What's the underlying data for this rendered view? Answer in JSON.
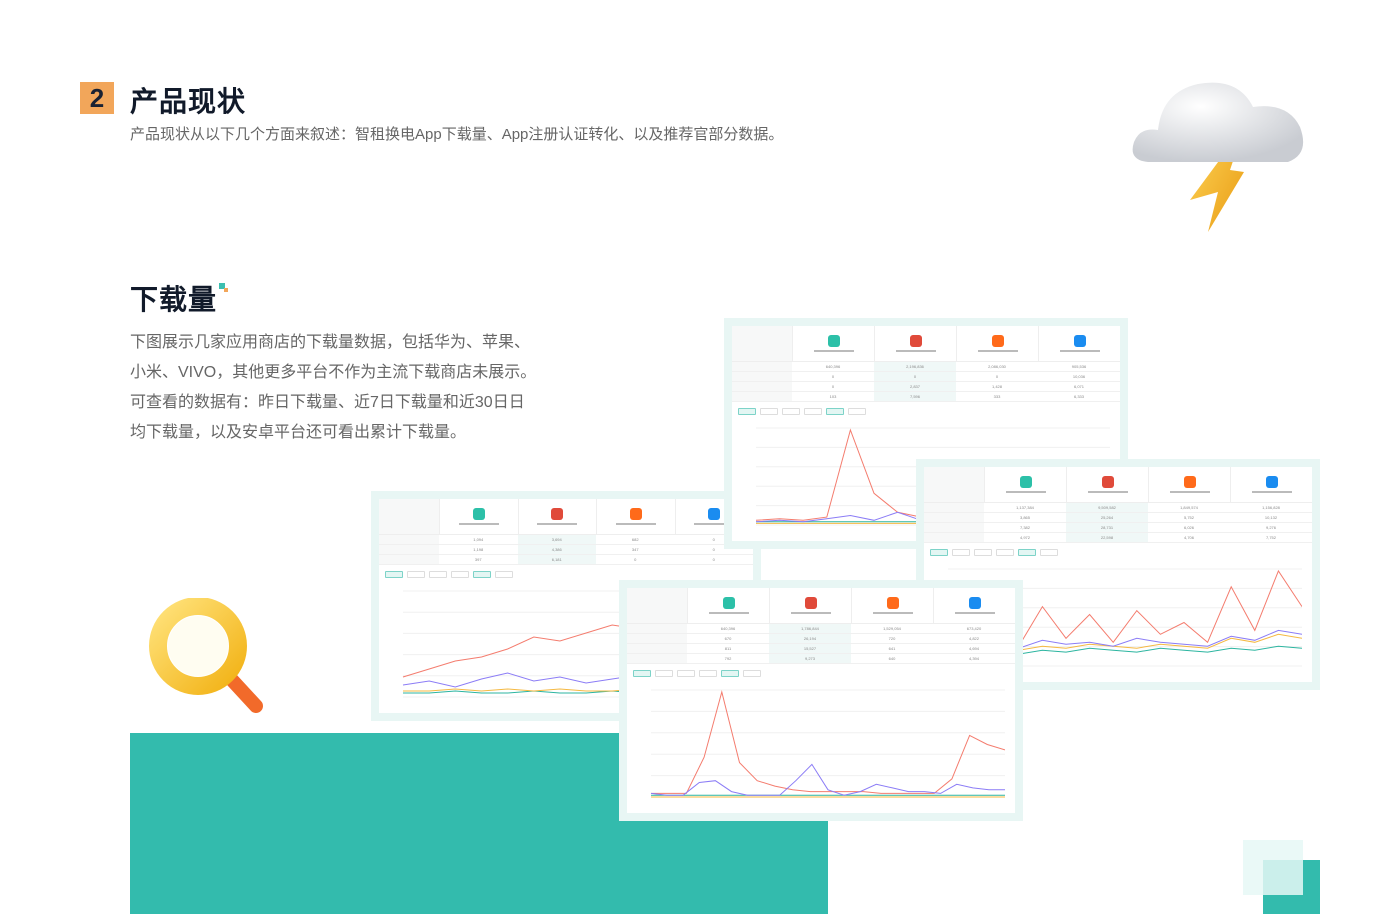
{
  "section": {
    "number": "2",
    "title": "产品现状",
    "subtitle": "产品现状从以下几个方面来叙述：智租换电App下载量、App注册认证转化、以及推荐官部分数据。"
  },
  "download": {
    "title": "下载量",
    "lines": [
      "下图展示几家应用商店的下载量数据，包括华为、苹果、",
      "小米、VIVO，其他更多平台不作为主流下载商店未展示。",
      "可查看的数据有：昨日下载量、近7日下载量和近30日日",
      "均下载量，以及安卓平台还可看出累计下载量。"
    ]
  },
  "colors": {
    "accent": "#33bbad",
    "orange": "#f2a65a",
    "series": [
      "#2cb5a0",
      "#f47c6e",
      "#f5b942",
      "#8b7cf6"
    ],
    "logos": [
      "#2cc0a8",
      "#e04a3a",
      "#ff6a1a",
      "#1a8cf0"
    ]
  },
  "decor": {
    "cloud": "cloud-lightning-icon",
    "magnifier": "magnifier-icon"
  },
  "screenshots": [
    {
      "id": "a",
      "rows": [
        [
          "1,094",
          "3,694",
          "682",
          "0"
        ],
        [
          "1,198",
          "4,386",
          "347",
          "0"
        ],
        [
          "397",
          "6,181",
          "0",
          "0"
        ]
      ],
      "series": [
        [
          2,
          2,
          3,
          2,
          2,
          3,
          2,
          2,
          3,
          2,
          3,
          2,
          2,
          3
        ],
        [
          10,
          14,
          18,
          20,
          24,
          30,
          28,
          32,
          36,
          34,
          40,
          44,
          48,
          52
        ],
        [
          3,
          3,
          4,
          3,
          4,
          3,
          4,
          3,
          3,
          4,
          3,
          3,
          4,
          3
        ],
        [
          6,
          8,
          5,
          9,
          12,
          8,
          10,
          7,
          9,
          11,
          8,
          10,
          9,
          12
        ]
      ]
    },
    {
      "id": "b",
      "rows": [
        [
          "640,396",
          "2,196,836",
          "2,086,030",
          "905,536"
        ],
        [
          "0",
          "0",
          "0",
          "10,036"
        ],
        [
          "0",
          "2,837",
          "1,428",
          "6,071"
        ],
        [
          "103",
          "7,596",
          "333",
          "6,333"
        ]
      ],
      "series": [
        [
          2,
          2,
          2,
          2,
          2,
          2,
          2,
          2,
          2,
          2,
          2,
          2,
          2,
          2,
          2,
          2
        ],
        [
          3,
          4,
          3,
          5,
          60,
          20,
          8,
          5,
          4,
          4,
          3,
          3,
          4,
          3,
          8,
          6
        ],
        [
          1,
          1,
          1,
          1,
          1,
          1,
          1,
          1,
          1,
          1,
          1,
          1,
          1,
          1,
          1,
          1
        ],
        [
          2,
          3,
          2,
          4,
          6,
          3,
          8,
          3,
          2,
          4,
          3,
          2,
          5,
          3,
          4,
          3
        ]
      ]
    },
    {
      "id": "c",
      "rows": [
        [
          "1,137,384",
          "9,509,582",
          "1,849,574",
          "1,156,828"
        ],
        [
          "3,865",
          "25,264",
          "5,752",
          "10,132"
        ],
        [
          "7,382",
          "28,731",
          "6,026",
          "9,276"
        ],
        [
          "4,972",
          "22,598",
          "4,706",
          "7,752"
        ]
      ],
      "series": [
        [
          8,
          7,
          9,
          6,
          8,
          7,
          9,
          8,
          7,
          9,
          8,
          7,
          9,
          8,
          10,
          9
        ],
        [
          20,
          12,
          24,
          10,
          30,
          14,
          26,
          12,
          28,
          16,
          22,
          12,
          40,
          18,
          48,
          30
        ],
        [
          10,
          9,
          11,
          8,
          10,
          9,
          11,
          10,
          9,
          11,
          10,
          9,
          14,
          12,
          16,
          14
        ],
        [
          12,
          10,
          14,
          9,
          13,
          11,
          12,
          10,
          14,
          12,
          11,
          10,
          15,
          13,
          18,
          16
        ]
      ]
    },
    {
      "id": "d",
      "rows": [
        [
          "640,396",
          "1,786,844",
          "1,529,054",
          "673,420"
        ],
        [
          "670",
          "26,194",
          "720",
          "4,822"
        ],
        [
          "811",
          "15,527",
          "641",
          "4,694"
        ],
        [
          "792",
          "9,273",
          "640",
          "4,394"
        ]
      ],
      "series": [
        [
          1,
          1,
          1,
          1,
          1,
          1,
          1,
          1,
          1,
          1,
          1,
          1,
          1,
          1,
          1,
          1,
          1,
          1
        ],
        [
          2,
          2,
          2,
          22,
          58,
          19,
          9,
          6,
          4,
          3,
          3,
          3,
          3,
          2,
          2,
          2,
          2,
          10,
          34,
          29,
          26
        ],
        [
          0,
          0,
          0,
          0,
          0,
          0,
          0,
          0,
          0,
          0,
          0,
          0,
          0,
          0,
          0,
          0,
          0,
          0,
          0,
          0,
          0
        ],
        [
          2,
          1,
          1,
          8,
          9,
          3,
          1,
          1,
          1,
          9,
          18,
          4,
          1,
          3,
          7,
          5,
          3,
          3,
          2,
          7,
          5,
          4,
          4
        ]
      ]
    }
  ]
}
